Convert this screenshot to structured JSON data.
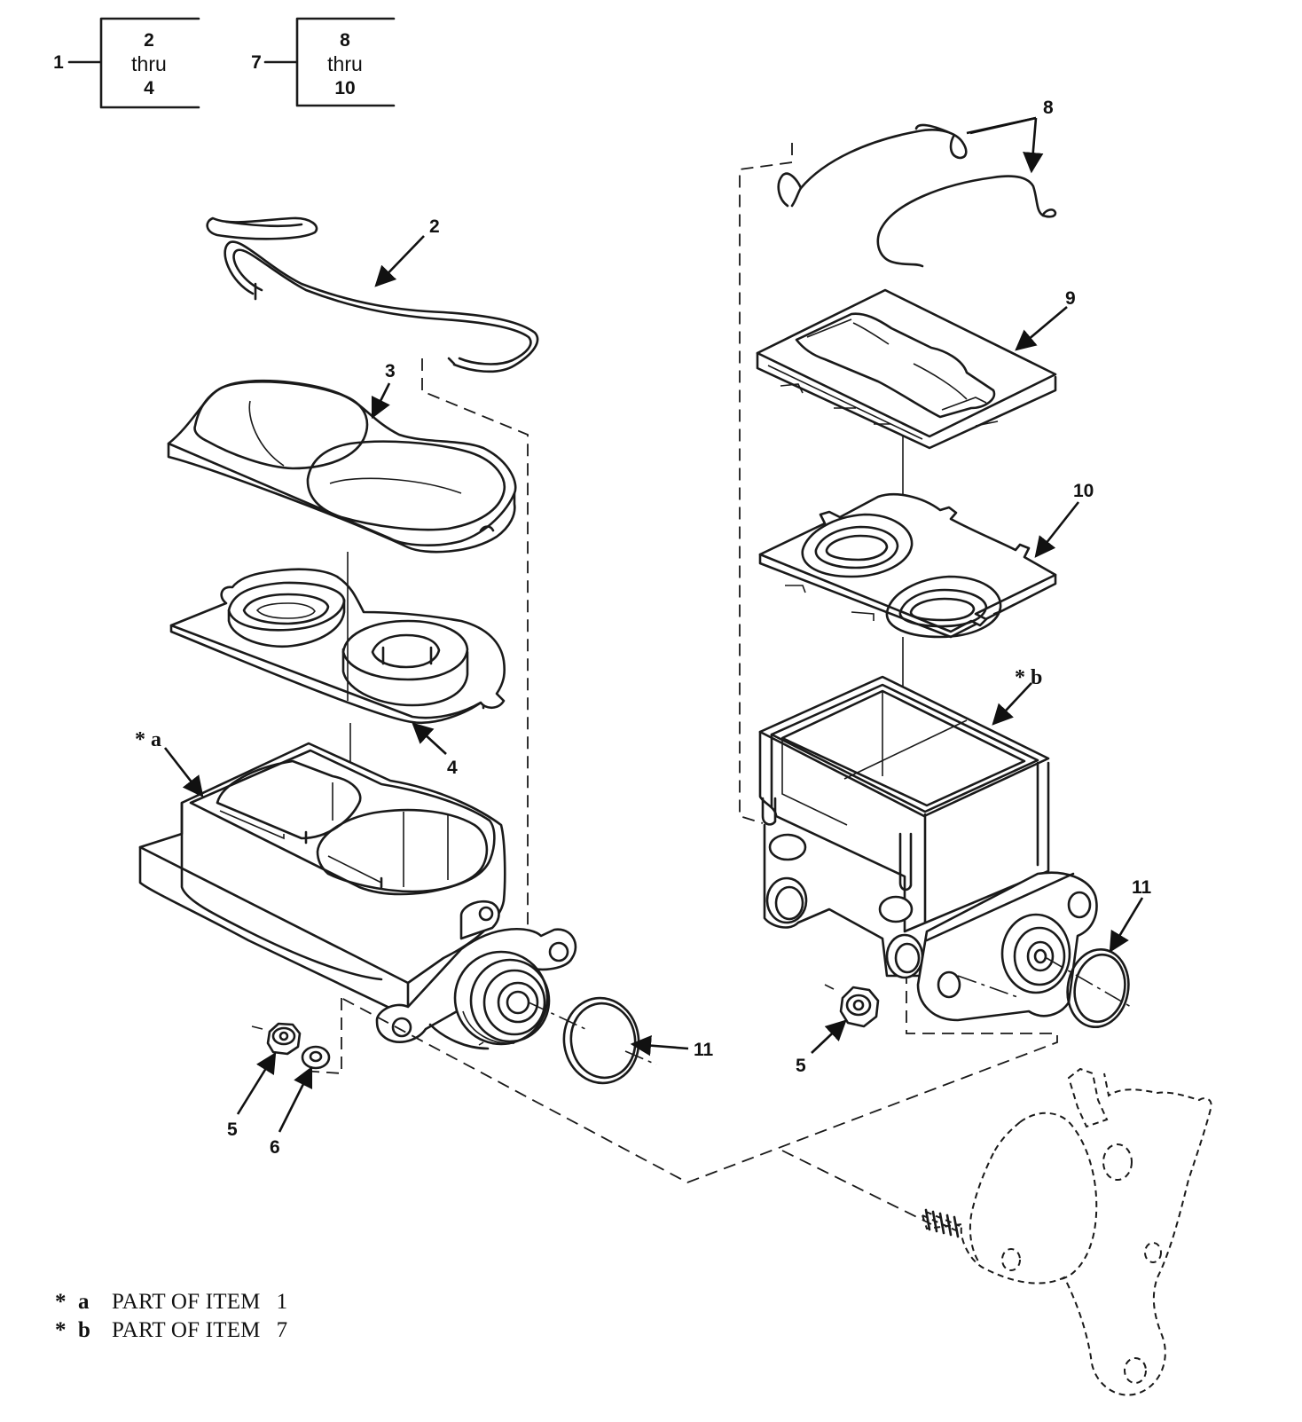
{
  "groups": [
    {
      "parent": "1",
      "range_from": "2",
      "range_word": "thru",
      "range_to": "4"
    },
    {
      "parent": "7",
      "range_from": "8",
      "range_word": "thru",
      "range_to": "10"
    }
  ],
  "callouts": {
    "c2": "2",
    "c3": "3",
    "c4": "4",
    "c5a": "5",
    "c6": "6",
    "c11a": "11",
    "ca": "* a",
    "c8": "8",
    "c9": "9",
    "c10": "10",
    "cb": "* b",
    "c11b": "11",
    "c5b": "5"
  },
  "legend": [
    {
      "marker": "*",
      "ref": "a",
      "text": "PART OF ITEM",
      "item": "1"
    },
    {
      "marker": "*",
      "ref": "b",
      "text": "PART OF ITEM",
      "item": "7"
    }
  ]
}
